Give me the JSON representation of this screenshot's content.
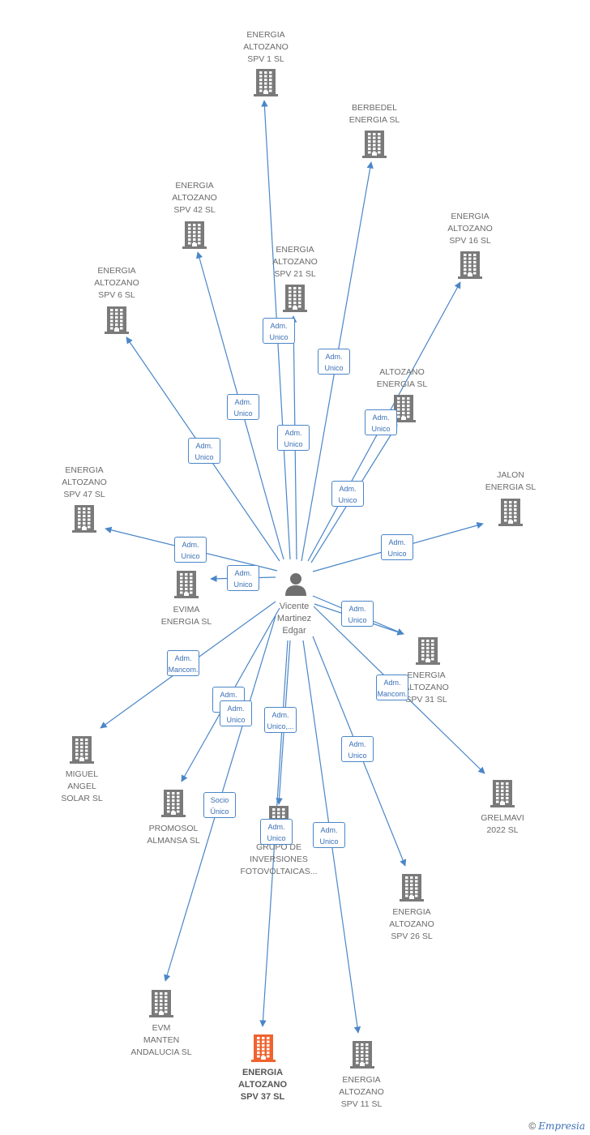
{
  "colors": {
    "edge": "#4a86c8",
    "building": "#7a7a7a",
    "highlight": "#f0632f",
    "person": "#6f6f6f"
  },
  "center": {
    "name": "Vicente\nMartinez\nEdgar",
    "icon": "person-icon"
  },
  "companies": [
    {
      "id": "spv1",
      "name": "ENERGIA\nALTOZANO\nSPV 1  SL"
    },
    {
      "id": "berbedel",
      "name": "BERBEDEL\nENERGIA  SL"
    },
    {
      "id": "spv42",
      "name": "ENERGIA\nALTOZANO\nSPV 42  SL"
    },
    {
      "id": "spv16",
      "name": "ENERGIA\nALTOZANO\nSPV 16  SL"
    },
    {
      "id": "spv21",
      "name": "ENERGIA\nALTOZANO\nSPV 21  SL"
    },
    {
      "id": "spv6",
      "name": "ENERGIA\nALTOZANO\nSPV 6  SL"
    },
    {
      "id": "altozano",
      "name": "ALTOZANO\nENERGIA  SL"
    },
    {
      "id": "spv47",
      "name": "ENERGIA\nALTOZANO\nSPV 47  SL"
    },
    {
      "id": "jalon",
      "name": "JALON\nENERGIA  SL"
    },
    {
      "id": "evima",
      "name": "EVIMA\nENERGIA  SL"
    },
    {
      "id": "spv31",
      "name": "ENERGIA\nALTOZANO\nSPV 31  SL"
    },
    {
      "id": "miguel",
      "name": "MIGUEL\nANGEL\nSOLAR SL"
    },
    {
      "id": "grelmavi",
      "name": "GRELMAVI\n2022  SL"
    },
    {
      "id": "promosol",
      "name": "PROMOSOL\nALMANSA  SL"
    },
    {
      "id": "grupo",
      "name": "GRUPO DE\nINVERSIONES\nFOTOVOLTAICAS..."
    },
    {
      "id": "spv26",
      "name": "ENERGIA\nALTOZANO\nSPV 26  SL"
    },
    {
      "id": "evm",
      "name": "EVM\nMANTEN\nANDALUCIA  SL"
    },
    {
      "id": "spv37",
      "name": "ENERGIA\nALTOZANO\nSPV 37  SL",
      "highlight": true
    },
    {
      "id": "spv11",
      "name": "ENERGIA\nALTOZANO\nSPV 11  SL"
    }
  ],
  "relations": [
    {
      "target": "spv1",
      "label": "Adm.\nUnico"
    },
    {
      "target": "berbedel",
      "label": "Adm.\nUnico"
    },
    {
      "target": "spv42",
      "label": "Adm.\nUnico"
    },
    {
      "target": "spv16",
      "label": "Adm.\nUnico"
    },
    {
      "target": "spv21",
      "label": "Adm.\nUnico"
    },
    {
      "target": "spv6",
      "label": "Adm.\nUnico"
    },
    {
      "target": "altozano",
      "label": "Adm.\nUnico"
    },
    {
      "target": "spv47",
      "label": "Adm.\nUnico"
    },
    {
      "target": "jalon",
      "label": "Adm.\nUnico"
    },
    {
      "target": "evima",
      "label": "Adm.\nUnico"
    },
    {
      "target": "spv31",
      "label": "Adm.\nUnico"
    },
    {
      "target": "spv31",
      "label": "Adm.\nMancom."
    },
    {
      "target": "miguel",
      "label": "Adm.\nMancom."
    },
    {
      "target": "promosol",
      "label": "Adm.\nUnico"
    },
    {
      "target": "grupo",
      "label": "Adm.\nUnico,..."
    },
    {
      "target": "grelmavi",
      "label": "Adm.\nUnico"
    },
    {
      "target": "spv26",
      "label": "Adm.\nUnico"
    },
    {
      "target": "evm",
      "label": "Socio\nÚnico"
    },
    {
      "target": "spv37",
      "label": "Adm.\nUnico"
    },
    {
      "target": "spv11",
      "label": "Adm.\nUnico"
    }
  ],
  "footer": {
    "copyright": "©",
    "brand": "Empresia"
  }
}
